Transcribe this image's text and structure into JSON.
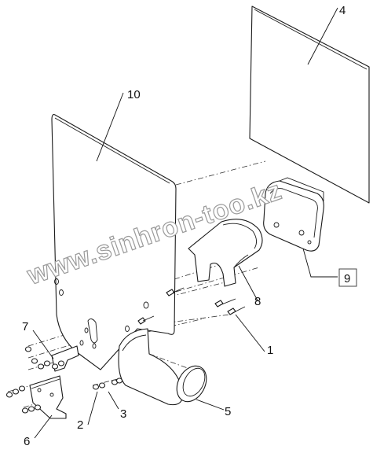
{
  "watermark": "www.sinhron-too.kz",
  "callouts": {
    "c1": "1",
    "c2": "2",
    "c3": "3",
    "c4": "4",
    "c5": "5",
    "c6": "6",
    "c7": "7",
    "c8": "8",
    "c9": "9",
    "c10": "10"
  },
  "highlight": {
    "boxed_callout": "9",
    "box_stroke": "#444444"
  }
}
